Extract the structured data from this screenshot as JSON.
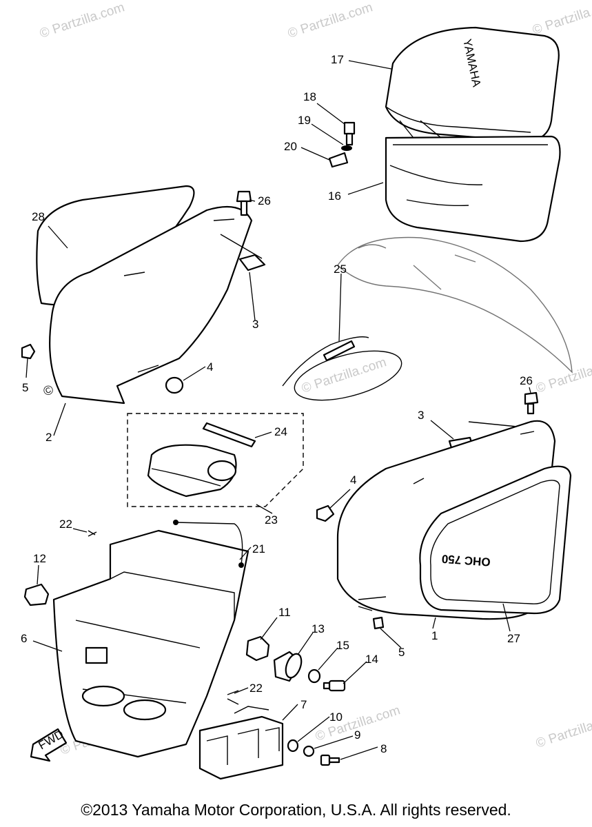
{
  "diagram": {
    "watermark": "© Partzilla.com",
    "copyright": "©2013  Yamaha Motor Corporation, U.S.A. All rights reserved.",
    "airbox_logo": "YAMAHA",
    "side_cover_badge": "OHC 750",
    "arrow_label": "FWD",
    "callouts": [
      "1",
      "2",
      "3",
      "3",
      "4",
      "4",
      "5",
      "5",
      "6",
      "7",
      "8",
      "9",
      "10",
      "11",
      "12",
      "13",
      "14",
      "15",
      "16",
      "17",
      "18",
      "19",
      "20",
      "21",
      "22",
      "22",
      "23",
      "24",
      "25",
      "26",
      "26",
      "27",
      "28"
    ]
  }
}
